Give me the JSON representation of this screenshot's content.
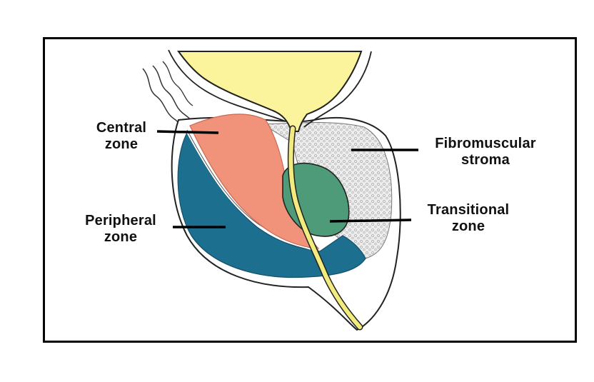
{
  "labels": {
    "central_zone": [
      "Central",
      "zone"
    ],
    "peripheral_zone": [
      "Peripheral",
      "zone"
    ],
    "fibromuscular_stroma": [
      "Fibromuscular",
      "stroma"
    ],
    "transitional_zone": [
      "Transitional",
      "zone"
    ]
  },
  "colors": {
    "frame": "#000000",
    "bladder": "#fbf49c",
    "urethra": "#f2eb7e",
    "central_zone": "#f0937a",
    "peripheral_zone": "#1c6f8f",
    "transitional_zone": "#4e9b7a",
    "fibromuscular_stroma": "#e8e8e8",
    "outline": "#222222"
  }
}
